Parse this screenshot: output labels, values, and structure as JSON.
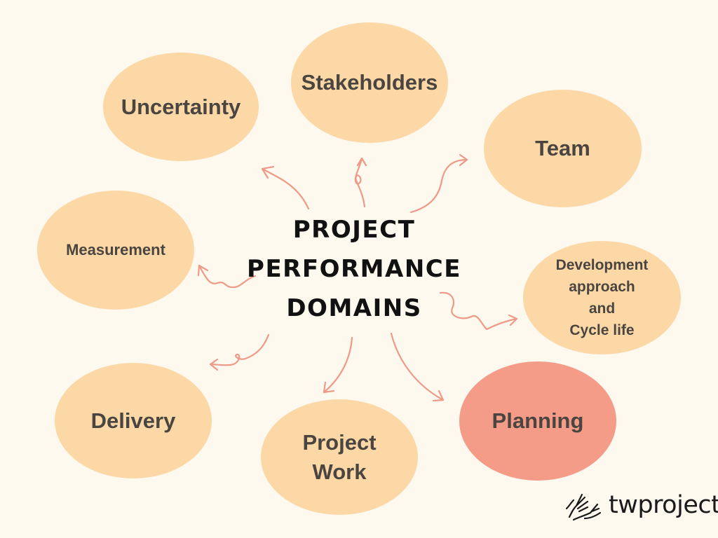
{
  "diagram": {
    "title_lines": [
      "PROJECT",
      "PERFORMANCE",
      "DOMAINS"
    ],
    "domains": {
      "uncertainty": "Uncertainty",
      "stakeholders": "Stakeholders",
      "team": "Team",
      "measurement": "Measurement",
      "development": "Development\napproach\nand\nCycle life",
      "delivery": "Delivery",
      "project_work": "Project\nWork",
      "planning": "Planning"
    }
  },
  "brand": {
    "name": "twproject",
    "logo_icon": "hands-icon"
  },
  "colors": {
    "background": "#fdf9ef",
    "bubble": "#fcd8a6",
    "bubble_highlight": "#f49c88",
    "arrow": "#ee9a86",
    "text": "#4a4540"
  }
}
